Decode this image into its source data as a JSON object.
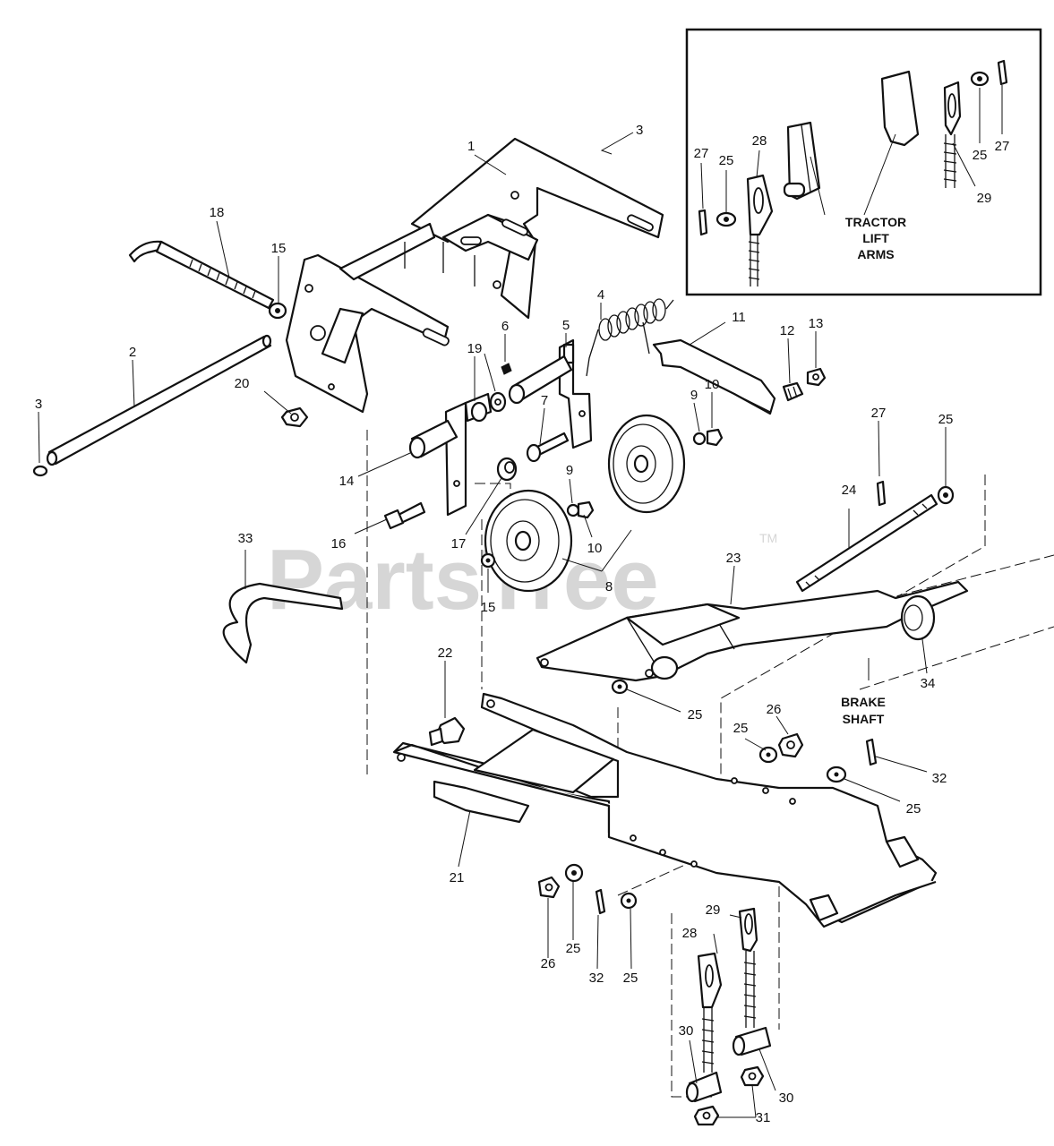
{
  "watermark": {
    "text": "PartsTree",
    "trademark": "TM"
  },
  "inset": {
    "caption_lines": [
      "TRACTOR",
      "LIFT",
      "ARMS"
    ],
    "callouts": [
      {
        "id": "i27a",
        "text": "27"
      },
      {
        "id": "i25a",
        "text": "25"
      },
      {
        "id": "i28",
        "text": "28"
      },
      {
        "id": "i25b",
        "text": "25"
      },
      {
        "id": "i27b",
        "text": "27"
      },
      {
        "id": "i29",
        "text": "29"
      }
    ]
  },
  "caption_brake": [
    "BRAKE",
    "SHAFT"
  ],
  "callouts": [
    {
      "id": "c1",
      "text": "1"
    },
    {
      "id": "c2",
      "text": "2"
    },
    {
      "id": "c3a",
      "text": "3"
    },
    {
      "id": "c3b",
      "text": "3"
    },
    {
      "id": "c4",
      "text": "4"
    },
    {
      "id": "c5",
      "text": "5"
    },
    {
      "id": "c6",
      "text": "6"
    },
    {
      "id": "c7",
      "text": "7"
    },
    {
      "id": "c8",
      "text": "8"
    },
    {
      "id": "c9a",
      "text": "9"
    },
    {
      "id": "c9b",
      "text": "9"
    },
    {
      "id": "c10a",
      "text": "10"
    },
    {
      "id": "c10b",
      "text": "10"
    },
    {
      "id": "c11",
      "text": "11"
    },
    {
      "id": "c12",
      "text": "12"
    },
    {
      "id": "c13",
      "text": "13"
    },
    {
      "id": "c14",
      "text": "14"
    },
    {
      "id": "c15a",
      "text": "15"
    },
    {
      "id": "c15b",
      "text": "15"
    },
    {
      "id": "c16",
      "text": "16"
    },
    {
      "id": "c17",
      "text": "17"
    },
    {
      "id": "c18",
      "text": "18"
    },
    {
      "id": "c19",
      "text": "19"
    },
    {
      "id": "c20",
      "text": "20"
    },
    {
      "id": "c21",
      "text": "21"
    },
    {
      "id": "c22",
      "text": "22"
    },
    {
      "id": "c23",
      "text": "23"
    },
    {
      "id": "c24",
      "text": "24"
    },
    {
      "id": "c25a",
      "text": "25"
    },
    {
      "id": "c25b",
      "text": "25"
    },
    {
      "id": "c25c",
      "text": "25"
    },
    {
      "id": "c25d",
      "text": "25"
    },
    {
      "id": "c25e",
      "text": "25"
    },
    {
      "id": "c25f",
      "text": "25"
    },
    {
      "id": "c26a",
      "text": "26"
    },
    {
      "id": "c26b",
      "text": "26"
    },
    {
      "id": "c27",
      "text": "27"
    },
    {
      "id": "c28",
      "text": "28"
    },
    {
      "id": "c29",
      "text": "29"
    },
    {
      "id": "c30a",
      "text": "30"
    },
    {
      "id": "c30b",
      "text": "30"
    },
    {
      "id": "c31",
      "text": "31"
    },
    {
      "id": "c32a",
      "text": "32"
    },
    {
      "id": "c32b",
      "text": "32"
    },
    {
      "id": "c33",
      "text": "33"
    },
    {
      "id": "c34",
      "text": "34"
    }
  ]
}
